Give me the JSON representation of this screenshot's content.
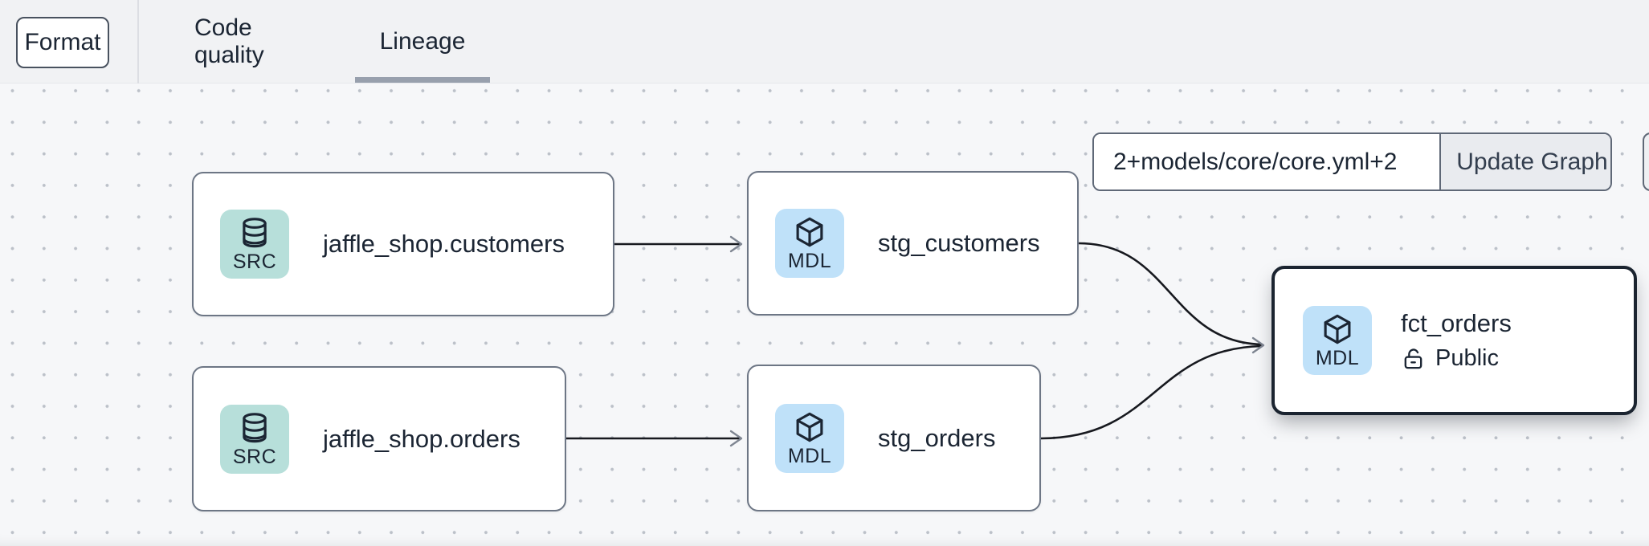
{
  "topbar": {
    "format_label": "Format",
    "tabs": [
      {
        "label": "Code quality",
        "active": false
      },
      {
        "label": "Lineage",
        "active": true
      }
    ]
  },
  "toolbar": {
    "selector_value": "2+models/core/core.yml+2",
    "update_graph_label": "Update Graph"
  },
  "graph": {
    "nodes": [
      {
        "id": "jaffle_shop.customers",
        "label": "jaffle_shop.customers",
        "badge": "SRC",
        "icon": "database-icon",
        "selected": false
      },
      {
        "id": "stg_customers",
        "label": "stg_customers",
        "badge": "MDL",
        "icon": "cube-icon",
        "selected": false
      },
      {
        "id": "jaffle_shop.orders",
        "label": "jaffle_shop.orders",
        "badge": "SRC",
        "icon": "database-icon",
        "selected": false
      },
      {
        "id": "stg_orders",
        "label": "stg_orders",
        "badge": "MDL",
        "icon": "cube-icon",
        "selected": false
      },
      {
        "id": "fct_orders",
        "label": "fct_orders",
        "badge": "MDL",
        "icon": "cube-icon",
        "access": "Public",
        "access_icon": "lock-open-icon",
        "selected": true
      }
    ],
    "edges": [
      {
        "from": "jaffle_shop.customers",
        "to": "stg_customers"
      },
      {
        "from": "jaffle_shop.orders",
        "to": "stg_orders"
      },
      {
        "from": "stg_customers",
        "to": "fct_orders"
      },
      {
        "from": "stg_orders",
        "to": "fct_orders"
      }
    ]
  },
  "colors": {
    "topbar_bg": "#f1f2f4",
    "canvas_bg": "#f6f7f9",
    "dot_grid": "#bcc1c9",
    "node_border": "#6d7685",
    "selected_node_border": "#1b2430",
    "src_badge_bg": "#b7dfda",
    "mdl_badge_bg": "#bfe1f9",
    "text_dark": "#1b2533",
    "tab_underline": "#98a0ad",
    "edge": "#17191f",
    "arrowhead": "#7f8692",
    "update_graph_bg": "#e9ebef",
    "group_border": "#5f6877"
  }
}
